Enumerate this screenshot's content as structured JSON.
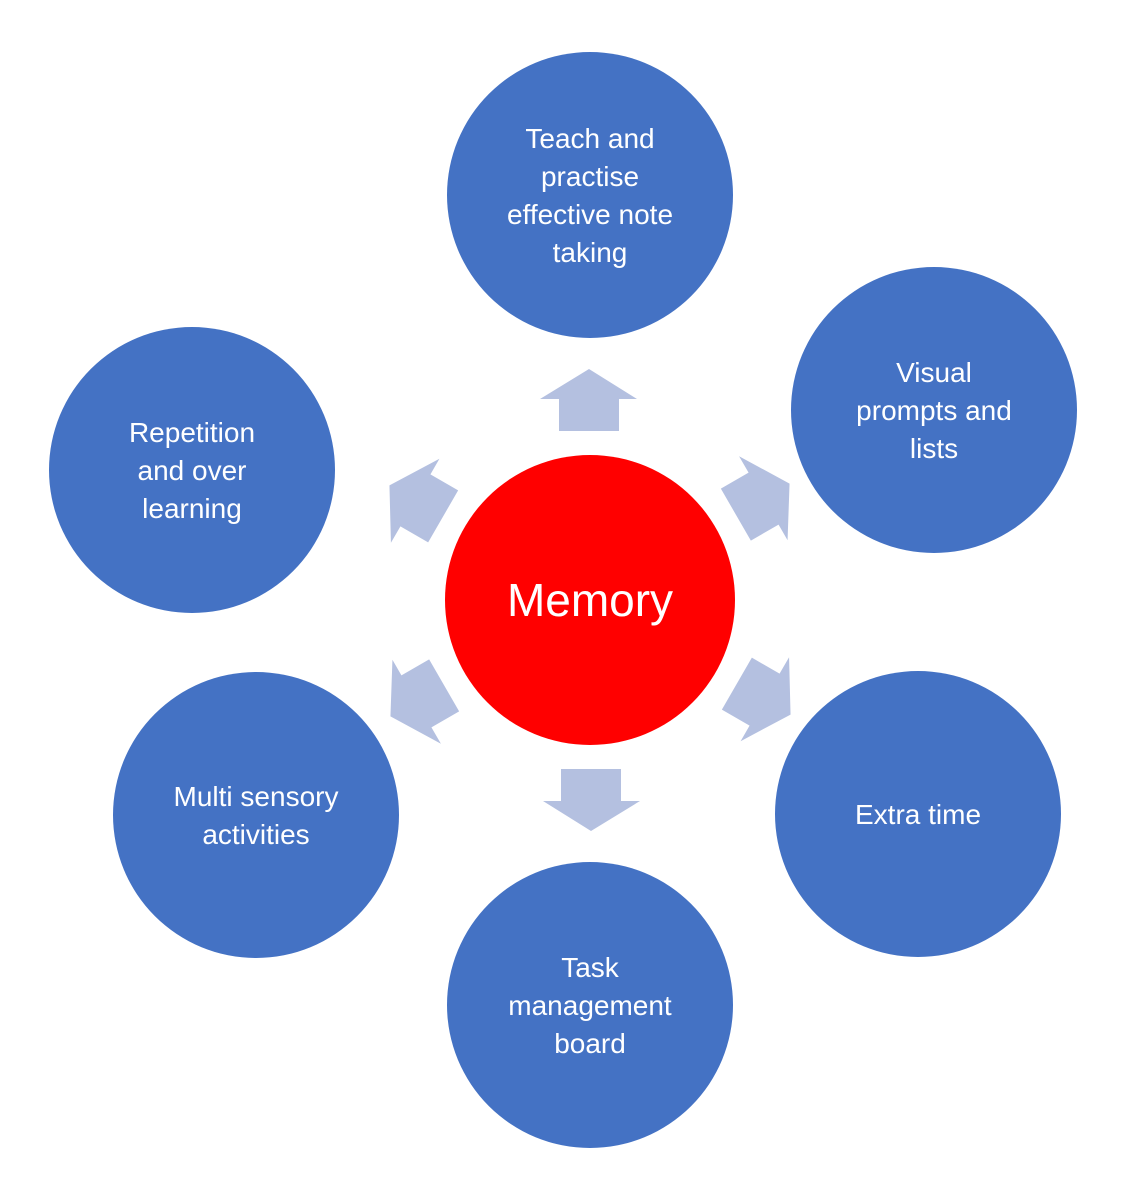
{
  "center": {
    "label": "Memory",
    "color": "#FF0000"
  },
  "node_color": "#4472C4",
  "arrow_color": "#B4C0E0",
  "nodes": [
    {
      "id": "note-taking",
      "lines": [
        "Teach and",
        "practise",
        "effective note",
        "taking"
      ]
    },
    {
      "id": "visual-prompts",
      "lines": [
        "Visual",
        "prompts and",
        "lists"
      ]
    },
    {
      "id": "extra-time",
      "lines": [
        "Extra time"
      ]
    },
    {
      "id": "task-board",
      "lines": [
        "Task",
        "management",
        "board"
      ]
    },
    {
      "id": "multi-sensory",
      "lines": [
        "Multi sensory",
        "activities"
      ]
    },
    {
      "id": "repetition",
      "lines": [
        "Repetition",
        "and over",
        "learning"
      ]
    }
  ]
}
